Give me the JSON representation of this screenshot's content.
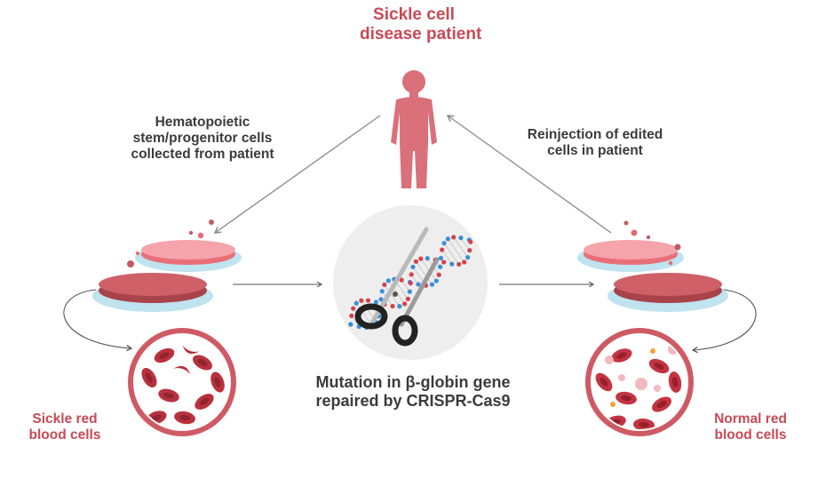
{
  "title": {
    "line1": "Sickle cell",
    "line2": "disease patient"
  },
  "left_step": {
    "line1": "Hematopoietic",
    "line2": "stem/progenitor cells",
    "line3": "collected from patient"
  },
  "right_step": {
    "line1": "Reinjection of edited",
    "line2": "cells in patient"
  },
  "center_caption": {
    "line1": "Mutation in β-globin gene",
    "line2": "repaired by CRISPR-Cas9"
  },
  "sickle_label": {
    "line1": "Sickle red",
    "line2": "blood cells"
  },
  "normal_label": {
    "line1": "Normal red",
    "line2": "blood cells"
  },
  "colors": {
    "accent_red": "#c84a55",
    "dark_text": "#3b3b3b",
    "dish_dark": "#c25c62",
    "dish_light": "#ee8f96",
    "dish_blue": "#bfe3ef",
    "dna_blue": "#3a8fd8",
    "dna_red": "#d6424a",
    "arrow_grey": "#8a8a8a"
  },
  "icons": [
    "human-figure-icon",
    "petri-dish-icon",
    "dna-helix-icon",
    "scissors-icon",
    "blood-cell-magnifier-icon"
  ]
}
